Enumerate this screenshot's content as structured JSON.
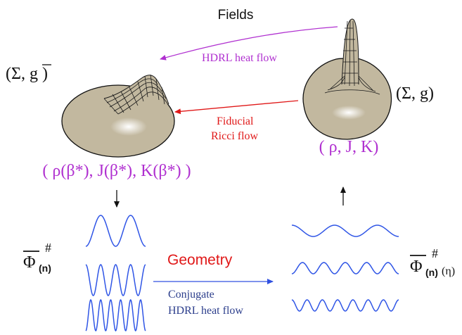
{
  "title": "Fields",
  "top_arrow_label": "HDRL heat flow",
  "middle_arrow_label_line1": "Fiducial",
  "middle_arrow_label_line2": "Ricci flow",
  "left_manifold_label_open": "(Σ,",
  "left_manifold_label_g": "g",
  "left_manifold_label_close": ")",
  "right_manifold_label": "(Σ, g)",
  "left_params": "( ρ(β*), J(β*), K(β*) )",
  "right_params": "( ρ, J, K)",
  "geometry_label": "Geometry",
  "bottom_arrow_label_line1": "Conjugate",
  "bottom_arrow_label_line2": "HDRL heat flow",
  "left_phi": {
    "symbol": "Φ",
    "superscript": "#",
    "subscript": "(n)"
  },
  "right_phi": {
    "symbol": "Φ",
    "superscript": "#",
    "subscript": "(n)",
    "argument": "(η)"
  },
  "colors": {
    "magenta": "#b030d0",
    "red": "#e01818",
    "wave_blue": "#2f55e6",
    "arrow_blue": "#3050e0",
    "manifold_fill": "#c2b89f",
    "mesh": "#1a1a1a"
  }
}
